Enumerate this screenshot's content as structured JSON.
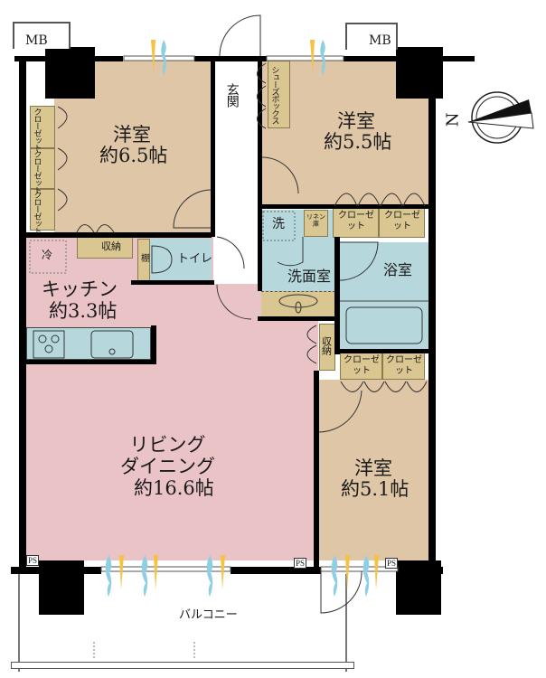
{
  "floorplan": {
    "title": "3LDK floor plan",
    "colors": {
      "bedroom": "#dfc6a6",
      "living": "#e9c3c6",
      "wet_area": "#b6d8dc",
      "storage": "#d9c690",
      "wall": "#000000",
      "window_warm": "#f5c242",
      "window_cool": "#8fcfe3"
    },
    "compass": {
      "label": "N",
      "icon": "north-arrow-icon"
    },
    "rooms": {
      "bedroom1": {
        "name": "洋室",
        "size": "約6.5帖"
      },
      "bedroom2": {
        "name": "洋室",
        "size": "約5.5帖"
      },
      "bedroom3": {
        "name": "洋室",
        "size": "約5.1帖"
      },
      "kitchen": {
        "name": "キッチン",
        "size": "約3.3帖"
      },
      "living": {
        "name": "リビング\nダイニング",
        "size": "約16.6帖"
      },
      "entrance": {
        "name": "玄関"
      },
      "toilet": {
        "name": "トイレ"
      },
      "washroom": {
        "name": "洗面室"
      },
      "bathroom": {
        "name": "浴室"
      },
      "balcony": {
        "name": "バルコニー"
      }
    },
    "storage": {
      "closet": "クローゼット",
      "closet_vertical": "クローゼット",
      "shoe_box": "シューズボックス",
      "linen": "リネン庫",
      "shuno": "収納",
      "shelf": "棚",
      "fridge": "冷",
      "washer": "洗"
    },
    "labels": {
      "mb": "MB",
      "ps": "PS"
    }
  }
}
